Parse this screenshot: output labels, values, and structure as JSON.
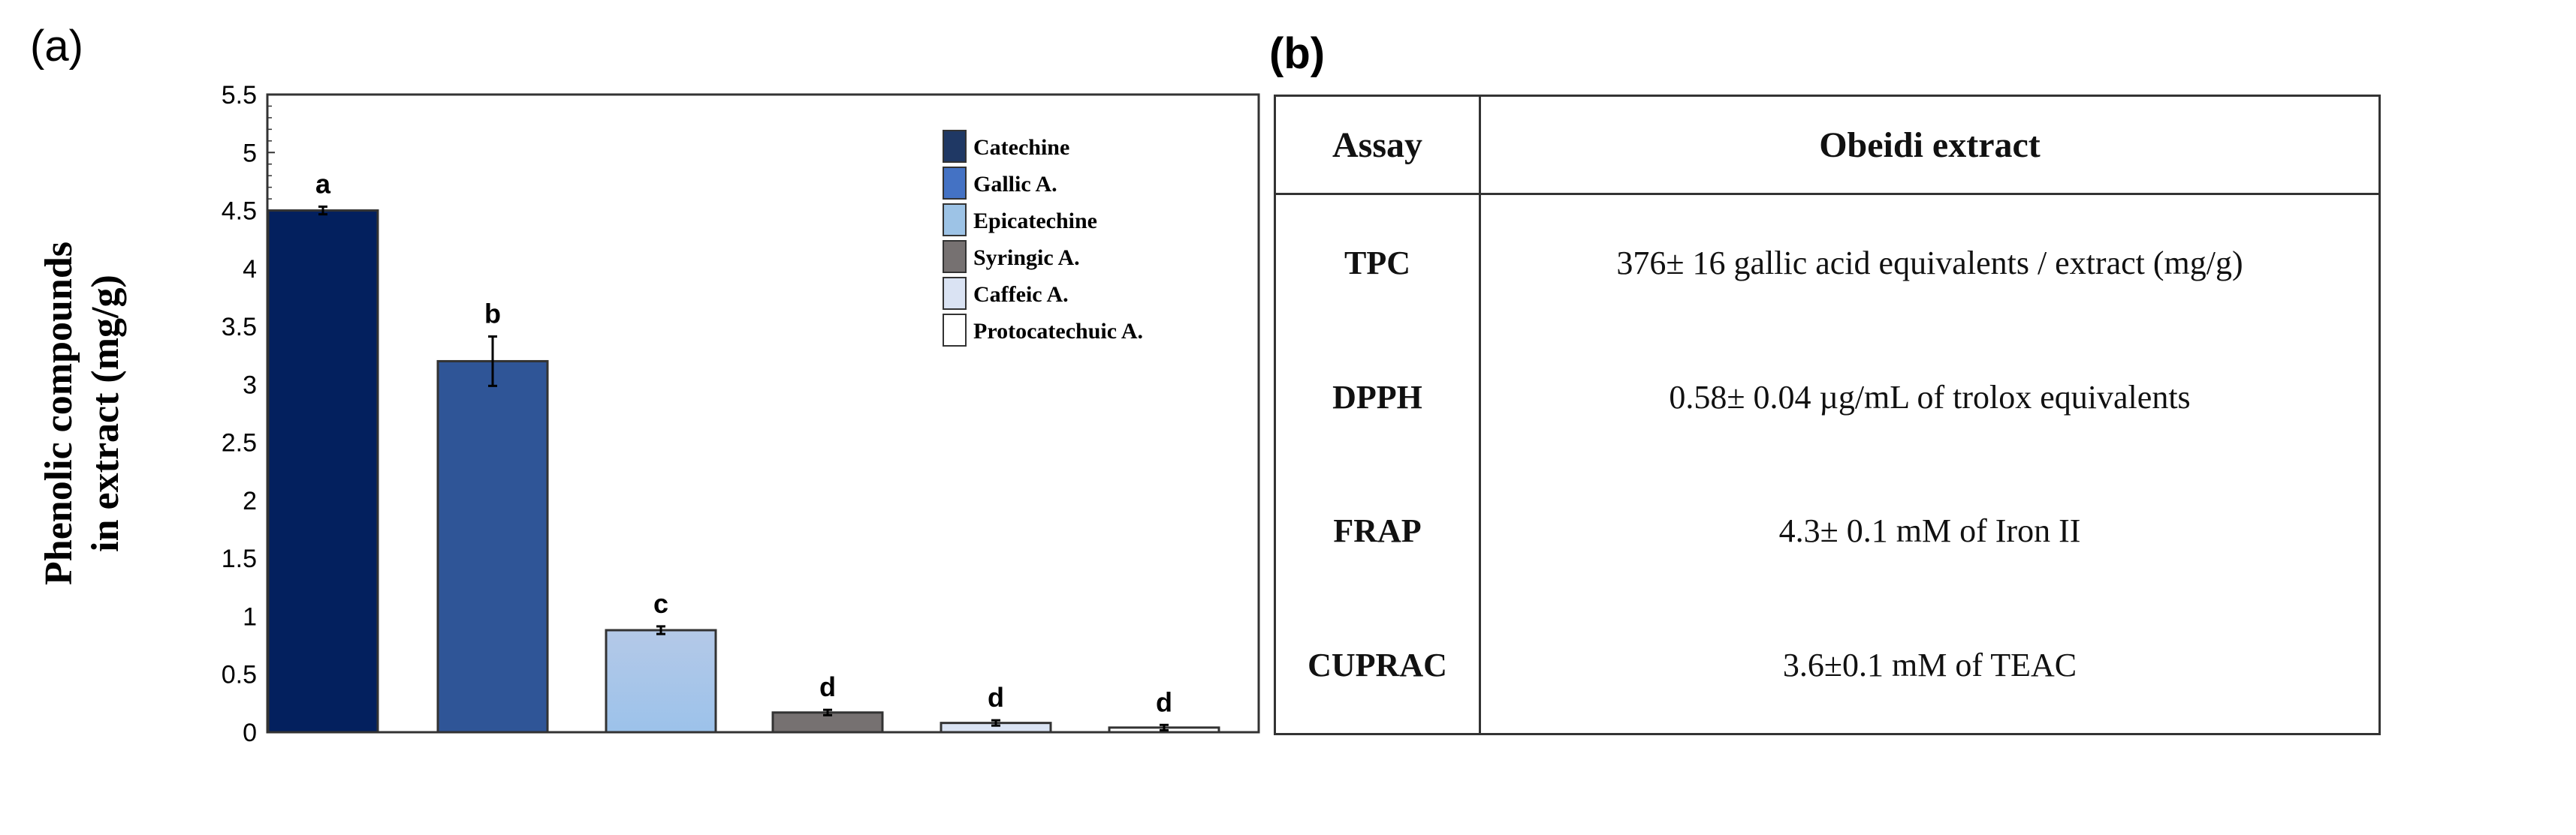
{
  "panels": {
    "a": "(a)",
    "b": "(b)"
  },
  "chart_data": {
    "type": "bar",
    "title": "",
    "ylabel": "Phenolic compounds in extract  (mg/g)",
    "ylabel_lines": [
      "Phenolic compounds",
      "in extract  (mg/g)"
    ],
    "xlabel": "",
    "ylim": [
      0,
      5.5
    ],
    "yticks": [
      "0",
      "0.5",
      "1",
      "1.5",
      "2",
      "2.5",
      "3",
      "3.5",
      "4",
      "4.5",
      "5",
      "5.5"
    ],
    "grid": false,
    "legend_position": "top-right",
    "series": [
      {
        "name": "Catechine",
        "value": 4.5,
        "error": 0.02,
        "letter": "a",
        "color": "#03205e",
        "swatch": "#1f3864"
      },
      {
        "name": "Gallic A.",
        "value": 3.2,
        "error": 0.2,
        "letter": "b",
        "color": "#2f5597",
        "swatch": "#4472c4"
      },
      {
        "name": "Epicatechine",
        "value": 0.88,
        "error": 0.02,
        "letter": "c",
        "color": "#a9c7ea",
        "swatch": "#9dc3e6"
      },
      {
        "name": "Syringic A.",
        "value": 0.17,
        "error": 0.01,
        "letter": "d",
        "color": "#767171",
        "swatch": "#767171"
      },
      {
        "name": "Caffeic A.",
        "value": 0.08,
        "error": 0.01,
        "letter": "d",
        "color": "#dae3f3",
        "swatch": "#dae3f3"
      },
      {
        "name": "Protocatechuic A.",
        "value": 0.04,
        "error": 0.01,
        "letter": "d",
        "color": "#ffffff",
        "swatch": "#ffffff"
      }
    ]
  },
  "table": {
    "headers": [
      "Assay",
      "Obeidi extract"
    ],
    "rows": [
      [
        "TPC",
        "376± 16 gallic acid equivalents / extract (mg/g)"
      ],
      [
        "DPPH",
        "0.58± 0.04 µg/mL of  trolox equivalents"
      ],
      [
        "FRAP",
        "4.3± 0.1 mM of Iron II"
      ],
      [
        "CUPRAC",
        "3.6±0.1 mM of  TEAC"
      ]
    ]
  }
}
